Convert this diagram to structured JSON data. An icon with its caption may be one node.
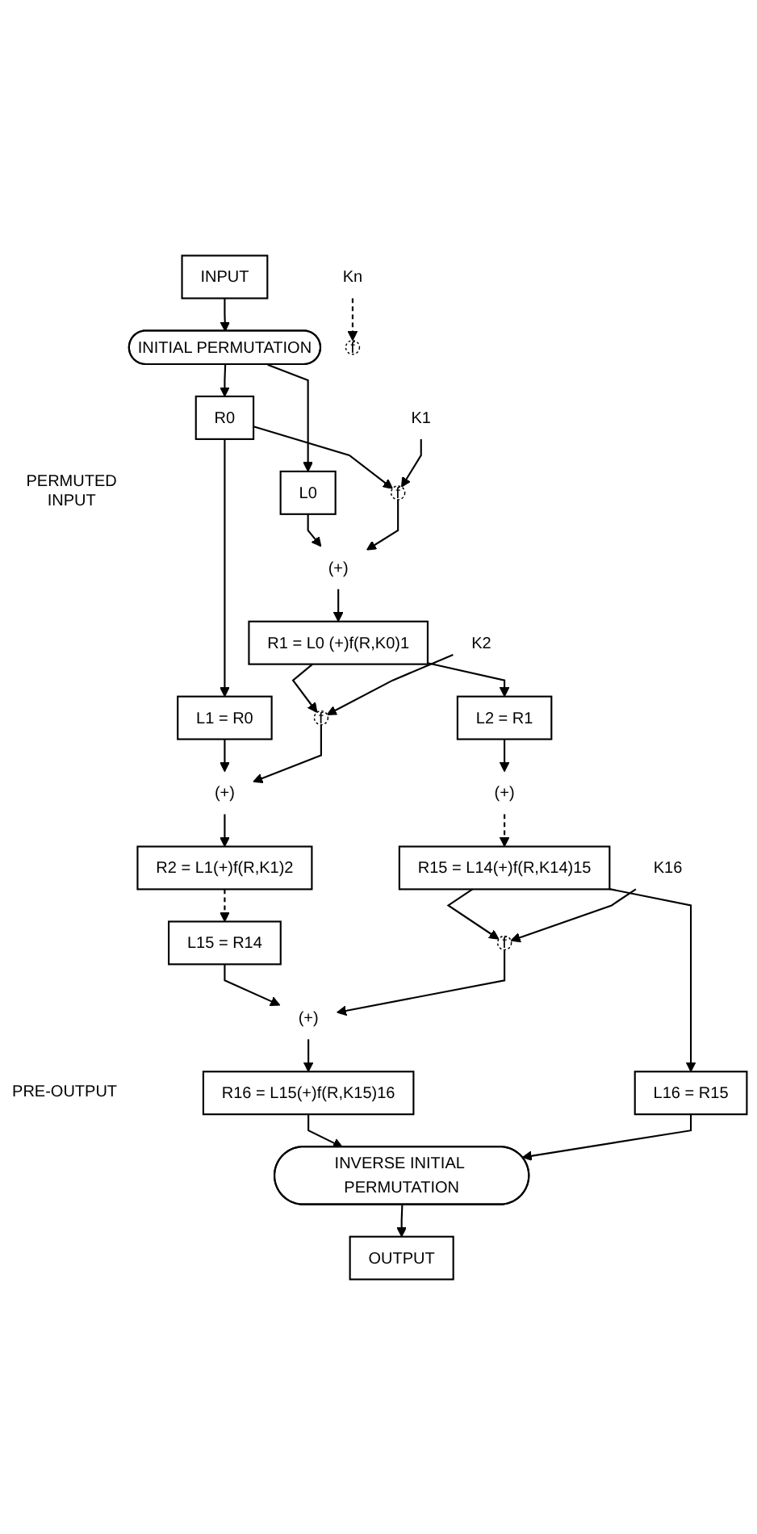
{
  "diagram": {
    "nodes": [
      {
        "text": [
          "INPUT"
        ]
      },
      {
        "text": [
          "INITIAL PERMUTATION"
        ]
      },
      {
        "text": [
          "L0"
        ]
      },
      {
        "text": [
          "R0"
        ]
      },
      {
        "text": [
          "K1"
        ]
      },
      {
        "text": [
          "(+)"
        ]
      },
      {
        "text": [
          "f"
        ]
      },
      {
        "text": [
          "L1 = R0"
        ]
      },
      {
        "text": [
          "R1 = L0 (+)f(R,K0)1"
        ]
      },
      {
        "text": [
          "K2"
        ]
      },
      {
        "text": [
          "(+)"
        ]
      },
      {
        "text": [
          "f"
        ]
      },
      {
        "text": [
          "L2 = R1"
        ]
      },
      {
        "text": [
          "R2 = L1(+)f(R,K1)2"
        ]
      },
      {
        "text": [
          "Kn"
        ]
      },
      {
        "text": [
          "(+)"
        ]
      },
      {
        "text": [
          "f"
        ]
      },
      {
        "text": [
          "L15 = R14"
        ]
      },
      {
        "text": [
          "R15 = L14(+)f(R,K14)15"
        ]
      },
      {
        "text": [
          "K16"
        ]
      },
      {
        "text": [
          "(+)"
        ]
      },
      {
        "text": [
          "f"
        ]
      },
      {
        "text": [
          "R16 = L15(+)f(R,K15)16"
        ]
      },
      {
        "text": [
          "L16 = R15"
        ]
      },
      {
        "text": [
          "INVERSE INITIAL PERMUTATION"
        ]
      },
      {
        "text": [
          "OUTPUT"
        ]
      }
    ],
    "edges": [
      {
        "from": 0,
        "to": 1,
        "arrow": "to"
      },
      {
        "from": 1,
        "to": 2,
        "arrow": "to"
      },
      {
        "from": 1,
        "to": 3,
        "arrow": "to"
      },
      {
        "from": 2,
        "to": 5,
        "arrow": "to"
      },
      {
        "from": 3,
        "to": 6,
        "arrow": "to"
      },
      {
        "from": 4,
        "to": 6,
        "arrow": "to"
      },
      {
        "from": 6,
        "to": 5,
        "arrow": "to"
      },
      {
        "from": 5,
        "to": 8,
        "arrow": "to"
      },
      {
        "from": 3,
        "to": 7,
        "arrow": "to"
      },
      {
        "from": 7,
        "to": 10,
        "arrow": "to"
      },
      {
        "from": 8,
        "to": 11,
        "arrow": "to"
      },
      {
        "from": 9,
        "to": 11,
        "arrow": "to"
      },
      {
        "from": 11,
        "to": 10,
        "arrow": "to"
      },
      {
        "from": 10,
        "to": 13,
        "arrow": "to"
      },
      {
        "from": 8,
        "to": 12,
        "arrow": "to"
      },
      {
        "from": 12,
        "to": 15,
        "arrow": "to"
      },
      {
        "from": 14,
        "to": 16,
        "arrow": "to",
        "style": "dashed"
      },
      {
        "from": 15,
        "to": 18,
        "arrow": "to",
        "style": "dashed"
      },
      {
        "from": 13,
        "to": 17,
        "arrow": "to",
        "style": "dashed"
      },
      {
        "from": 17,
        "to": 20,
        "arrow": "to"
      },
      {
        "from": 18,
        "to": 21,
        "arrow": "to"
      },
      {
        "from": 19,
        "to": 21,
        "arrow": "to"
      },
      {
        "from": 21,
        "to": 20,
        "arrow": "to"
      },
      {
        "from": 20,
        "to": 22,
        "arrow": "to"
      },
      {
        "from": 18,
        "to": 23,
        "arrow": "to"
      },
      {
        "from": 22,
        "to": 24,
        "arrow": "to"
      },
      {
        "from": 23,
        "to": 24,
        "arrow": "to"
      },
      {
        "from": 24,
        "to": 25,
        "arrow": "to"
      }
    ],
    "labels": [
      "PERMUTED INPUT",
      "PRE-OUTPUT"
    ]
  }
}
